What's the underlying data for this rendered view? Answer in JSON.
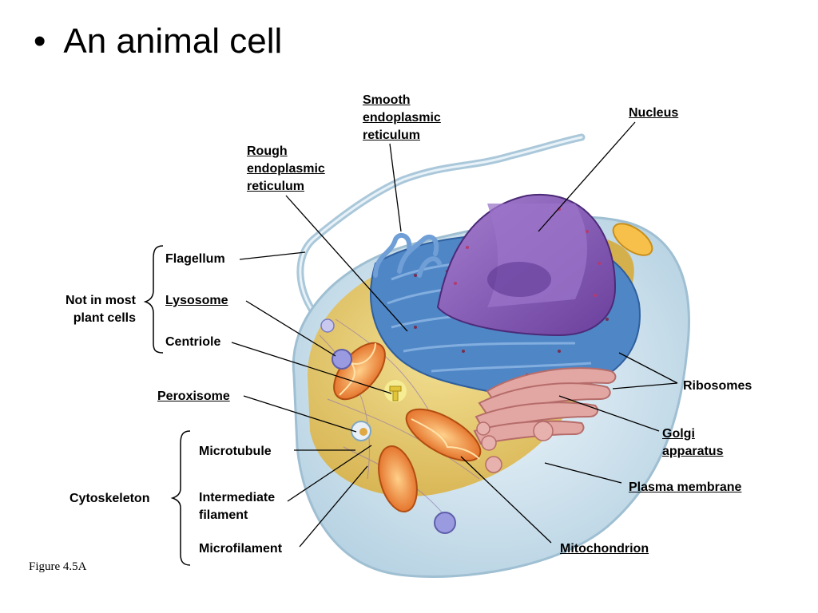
{
  "slide": {
    "bullet": "•",
    "title": "An animal cell",
    "caption": "Figure 4.5A"
  },
  "labels": {
    "smooth_er": [
      "Smooth",
      "endoplasmic",
      "reticulum"
    ],
    "rough_er": [
      "Rough",
      "endoplasmic",
      "reticulum"
    ],
    "nucleus": "Nucleus",
    "flagellum": "Flagellum",
    "lysosome": "Lysosome",
    "centriole": "Centriole",
    "not_in_plant": [
      "Not in most",
      "plant cells"
    ],
    "ribosomes": "Ribosomes",
    "peroxisome": "Peroxisome",
    "golgi": [
      "Golgi",
      "apparatus"
    ],
    "microtubule": "Microtubule",
    "cytoskeleton": "Cytoskeleton",
    "intermediate_filament": [
      "Intermediate",
      "filament"
    ],
    "plasma_membrane": "Plasma membrane",
    "microfilament": "Microfilament",
    "mitochondrion": "Mitochondrion"
  },
  "colors": {
    "membrane": "#cfe3ee",
    "cytoplasm": "#e6c65a",
    "er": "#4f86c6",
    "nucleus": "#8a5fb8",
    "golgi": "#d9908f",
    "mitochondria": "#f08a2a",
    "lysosome": "#8f8fd6",
    "leader": "#000000"
  }
}
